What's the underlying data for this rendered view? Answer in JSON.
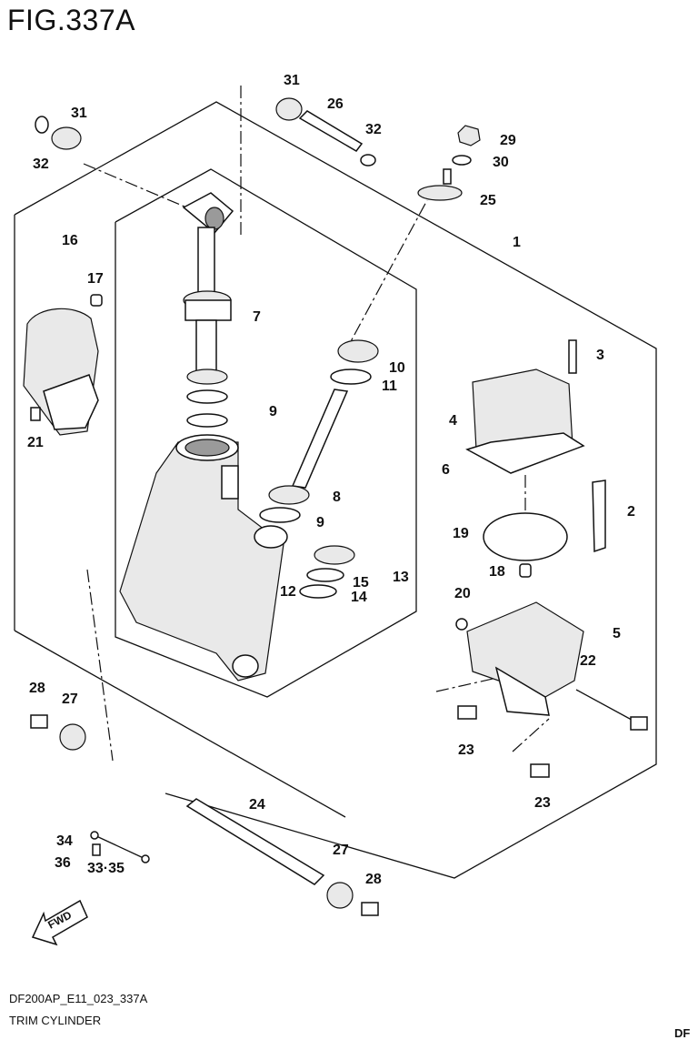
{
  "figure": {
    "title": "FIG.337A"
  },
  "callouts": {
    "c1": "1",
    "c2": "2",
    "c3": "3",
    "c4": "4",
    "c5": "5",
    "c6": "6",
    "c7": "7",
    "c8": "8",
    "c9a": "9",
    "c9b": "9",
    "c10": "10",
    "c11": "11",
    "c12": "12",
    "c13": "13",
    "c14": "14",
    "c15": "15",
    "c16": "16",
    "c17": "17",
    "c18": "18",
    "c19": "19",
    "c20": "20",
    "c21": "21",
    "c22": "22",
    "c23a": "23",
    "c23b": "23",
    "c24": "24",
    "c25": "25",
    "c26": "26",
    "c27a": "27",
    "c27b": "27",
    "c28a": "28",
    "c28b": "28",
    "c29": "29",
    "c30": "30",
    "c31a": "31",
    "c31b": "31",
    "c32a": "32",
    "c32b": "32",
    "c33_35": "33·35",
    "c34": "34",
    "c36": "36"
  },
  "fwd_label": "FWD",
  "footer": {
    "code": "DF200AP_E11_023_337A",
    "name": "TRIM CYLINDER",
    "corner": "DF"
  }
}
